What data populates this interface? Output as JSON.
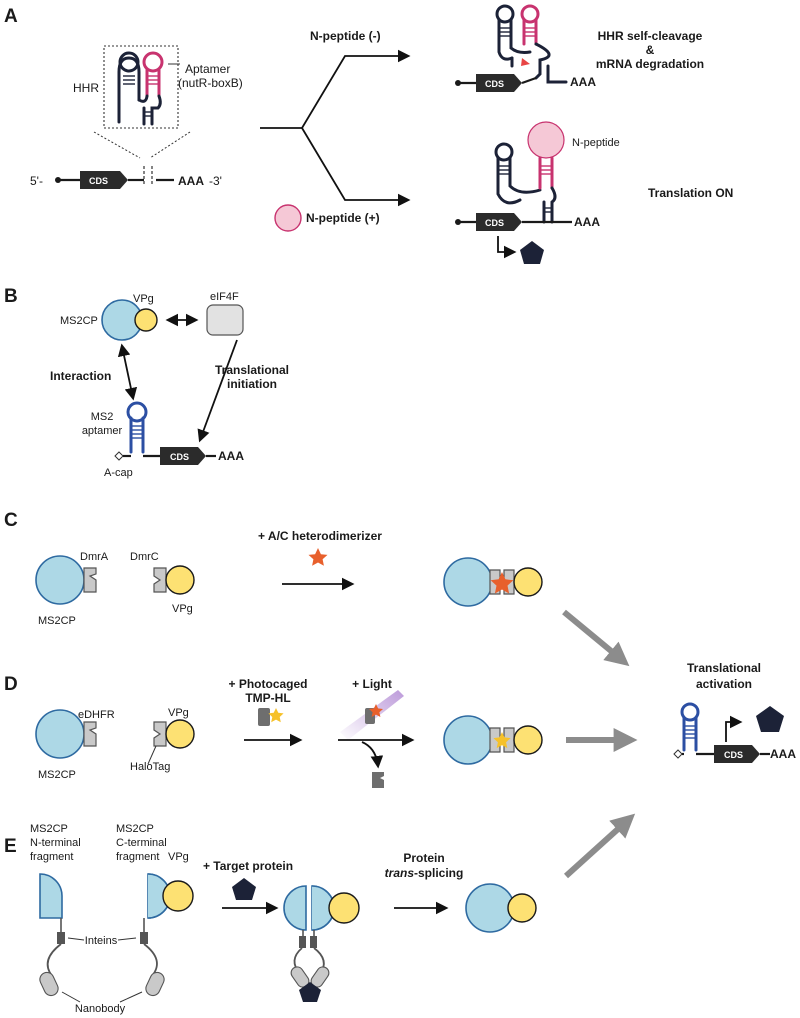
{
  "panels": {
    "a": "A",
    "b": "B",
    "c": "C",
    "d": "D",
    "e": "E"
  },
  "a": {
    "hhr": "HHR",
    "aptamer": "Aptamer",
    "aptamer_sub": "(nutR-boxB)",
    "five_prime": "5'-",
    "three_prime": "-3'",
    "cds": "CDS",
    "polya": "AAA",
    "npep_minus": "N-peptide (-)",
    "npep_plus": "N-peptide (+)",
    "outcome1_line1": "HHR self-cleavage",
    "outcome1_line2": "&",
    "outcome1_line3": "mRNA degradation",
    "npeptide_label": "N-peptide",
    "outcome2": "Translation ON"
  },
  "b": {
    "ms2cp": "MS2CP",
    "vpg": "VPg",
    "eif4f": "eIF4F",
    "interaction": "Interaction",
    "translational": "Translational",
    "initiation": "initiation",
    "ms2": "MS2",
    "aptamer": "aptamer",
    "acap": "A-cap",
    "cds": "CDS",
    "polya": "AAA"
  },
  "c": {
    "dmra": "DmrA",
    "dmrc": "DmrC",
    "ms2cp": "MS2CP",
    "vpg": "VPg",
    "dimerizer": "+ A/C heterodimerizer"
  },
  "d": {
    "edhfr": "eDHFR",
    "ms2cp": "MS2CP",
    "vpg": "VPg",
    "halotag": "HaloTag",
    "photocaged_1": "+ Photocaged",
    "photocaged_2": "TMP-HL",
    "light": "+ Light"
  },
  "activation": {
    "line1": "Translational",
    "line2": "activation",
    "cds": "CDS",
    "polya": "AAA"
  },
  "e": {
    "n_line1": "MS2CP",
    "n_line2": "N-terminal",
    "n_line3": "fragment",
    "c_line1": "MS2CP",
    "c_line2": "C-terminal",
    "c_line3": "fragment",
    "vpg": "VPg",
    "inteins": "Inteins",
    "nanobody": "Nanobody",
    "target": "+ Target protein",
    "splicing_1": "Protein",
    "splicing_2_italic": "trans",
    "splicing_2_rest": "-splicing"
  },
  "colors": {
    "ms2cp_fill": "#add8e6",
    "vpg_fill": "#fde173",
    "aptamer_pink": "#c8336f",
    "hhr_navy": "#1c2237",
    "ms2_aptamer_blue": "#2c4fa3",
    "star_orange": "#e8602c",
    "tag_gray": "#c9c9c9"
  }
}
